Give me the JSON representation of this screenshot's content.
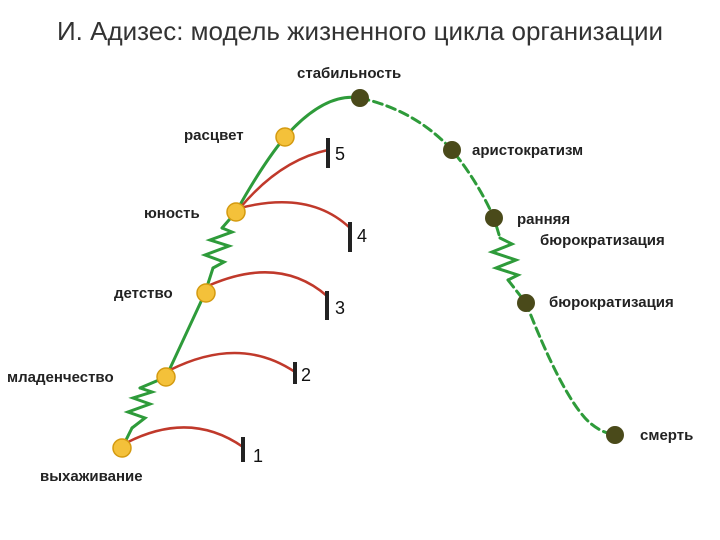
{
  "title": "И. Адизес: модель жизненного цикла организации",
  "colors": {
    "curve": "#2e9b3a",
    "growth_dot": "#f4c13a",
    "growth_dot_stroke": "#d49a10",
    "decline_dot": "#4a4a1a",
    "trap_arc": "#c0392b",
    "trap_bar": "#222222"
  },
  "stages": {
    "vykhazhivanie": "выхаживание",
    "mladenchestvo": "младенчество",
    "detstvo": "детство",
    "yunost": "юность",
    "rastsvet": "расцвет",
    "stabilnost": "стабильность",
    "aristokratizm": "аристократизм",
    "rannyaya_1": "ранняя",
    "rannyaya_2": "бюрократизация",
    "byurokratizatsiya": "бюрократизация",
    "smert": "смерть"
  },
  "traps": [
    "1",
    "2",
    "3",
    "4",
    "5"
  ]
}
